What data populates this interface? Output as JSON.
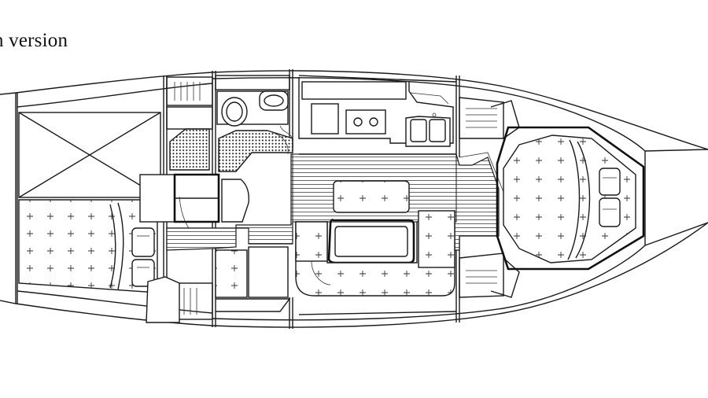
{
  "caption": "n version",
  "plan": {
    "type": "yacht-interior-layout",
    "areas": [
      "aft-cabin",
      "aft-cockpit-locker",
      "heads",
      "galley",
      "saloon",
      "forward-cabin"
    ]
  }
}
